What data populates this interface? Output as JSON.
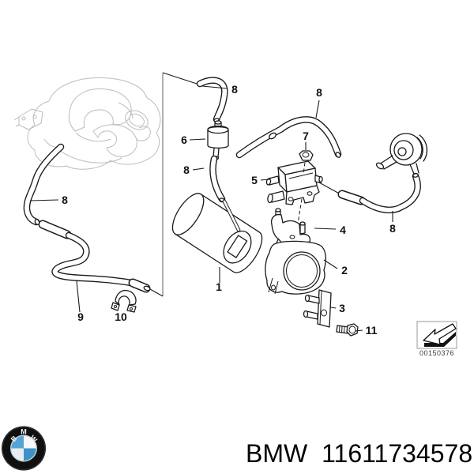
{
  "diagram": {
    "callouts": [
      {
        "part": "vacuum-reservoir",
        "label": "1"
      },
      {
        "part": "throttle-flange",
        "label": "2"
      },
      {
        "part": "mounting-plate",
        "label": "3"
      },
      {
        "part": "support-bracket",
        "label": "4"
      },
      {
        "part": "vacuum-control-valve",
        "label": "5"
      },
      {
        "part": "inline-filter",
        "label": "6"
      },
      {
        "part": "hex-nut",
        "label": "7"
      },
      {
        "part": "hose-filter-top",
        "label": "8"
      },
      {
        "part": "hose-upper-arc",
        "label": "8"
      },
      {
        "part": "hose-middle",
        "label": "8"
      },
      {
        "part": "hose-manifold",
        "label": "8"
      },
      {
        "part": "hose-lower-right",
        "label": "8"
      },
      {
        "part": "long-vacuum-pipe",
        "label": "9"
      },
      {
        "part": "clamp",
        "label": "10"
      },
      {
        "part": "bolt",
        "label": "11"
      }
    ],
    "stamp_code": "00150376"
  },
  "footer": {
    "brand": "BMW",
    "part_number": "11611734578",
    "logo_letters": [
      "B",
      "M",
      "W"
    ]
  },
  "colors": {
    "line": "#1a1a1a",
    "sketch_line": "#bcbcbc",
    "logo_blue": "#4c9bd2",
    "logo_ring": "#101010",
    "background": "#ffffff"
  }
}
